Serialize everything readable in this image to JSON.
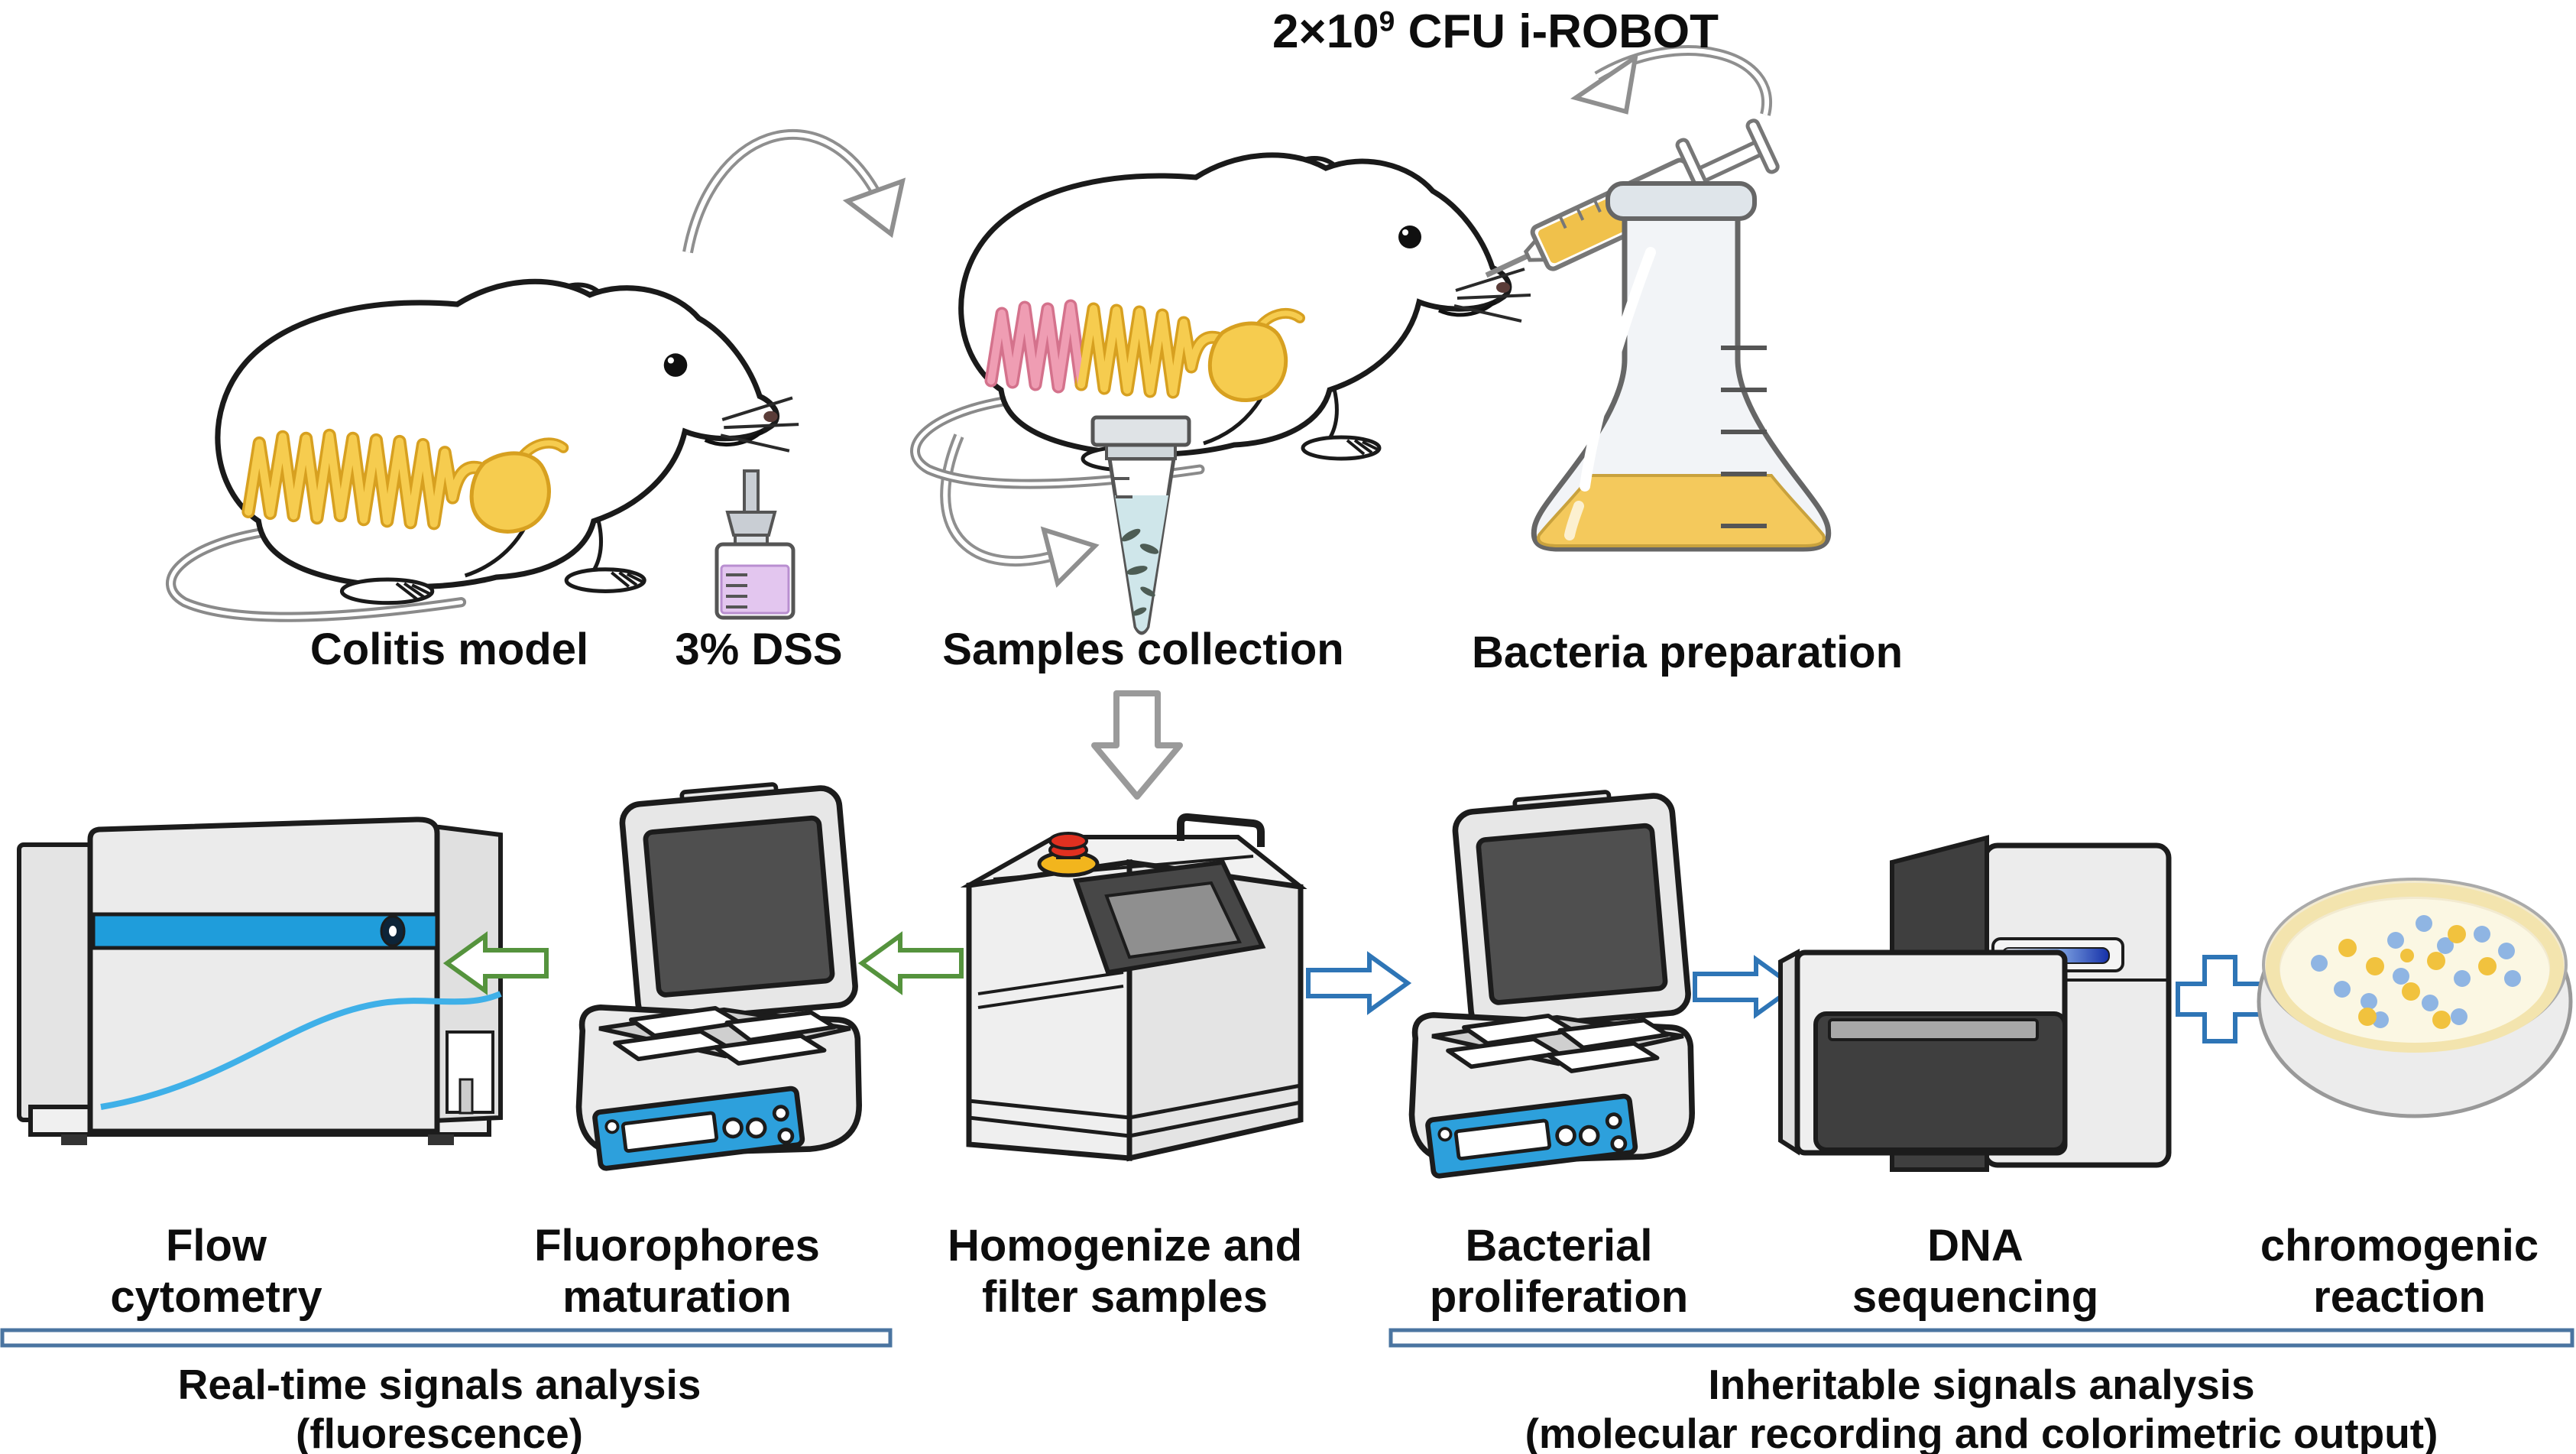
{
  "figure_title": {
    "prefix": "2×10",
    "superscript": "9",
    "suffix": " CFU i-ROBOT"
  },
  "top_section": {
    "labels": [
      {
        "id": "colitis-model",
        "text": "Colitis model"
      },
      {
        "id": "dss",
        "text": "3% DSS"
      },
      {
        "id": "samples-collection",
        "text": "Samples collection"
      },
      {
        "id": "bacteria-preparation",
        "text": "Bacteria preparation"
      }
    ]
  },
  "bottom_section": {
    "steps": [
      {
        "id": "flow-cytometry",
        "line1": "Flow",
        "line2": "cytometry"
      },
      {
        "id": "fluorophores-maturation",
        "line1": "Fluorophores",
        "line2": "maturation"
      },
      {
        "id": "homogenize-filter",
        "line1": "Homogenize and",
        "line2": "filter samples"
      },
      {
        "id": "bacterial-proliferation",
        "line1": "Bacterial",
        "line2": "proliferation"
      },
      {
        "id": "dna-sequencing",
        "line1": "DNA",
        "line2": "sequencing"
      },
      {
        "id": "chromogenic-reaction",
        "line1": "chromogenic",
        "line2": "reaction"
      }
    ],
    "analyses": [
      {
        "id": "real-time-analysis",
        "line1": "Real-time signals analysis",
        "line2": "(fluorescence)"
      },
      {
        "id": "inheritable-analysis",
        "line1": "Inheritable signals analysis",
        "line2": "(molecular recording and colorimetric output)"
      }
    ]
  },
  "colors": {
    "arrow_green": "#55933d",
    "arrow_blue": "#2e75b6",
    "arrow_gray": "#8f8f8f",
    "bar_border": "#4a74a0",
    "band_blue": "#1f9ddb",
    "line_blue": "#3fb0e8",
    "panel_blue": "#2da0dc",
    "screen_dark": "#4f4f4f",
    "machine_gray": "#ebebeb",
    "intestine_yellow": "#f6cc4f",
    "intestine_outline": "#d7a020",
    "intestine_pink": "#ef9db3",
    "intestine_pink_outline": "#d4728c",
    "dss_liquid": "#e3c6ef",
    "flask_liquid": "#f4c95c",
    "tube_liquid": "#cfe6ea",
    "syringe_liquid": "#f0c14b",
    "colony_blue": "#8fb5e3",
    "colony_yellow": "#f1c23e",
    "button_red": "#e03020",
    "button_ring_yellow": "#f2b51d",
    "slot_blue": "#1530a8"
  }
}
